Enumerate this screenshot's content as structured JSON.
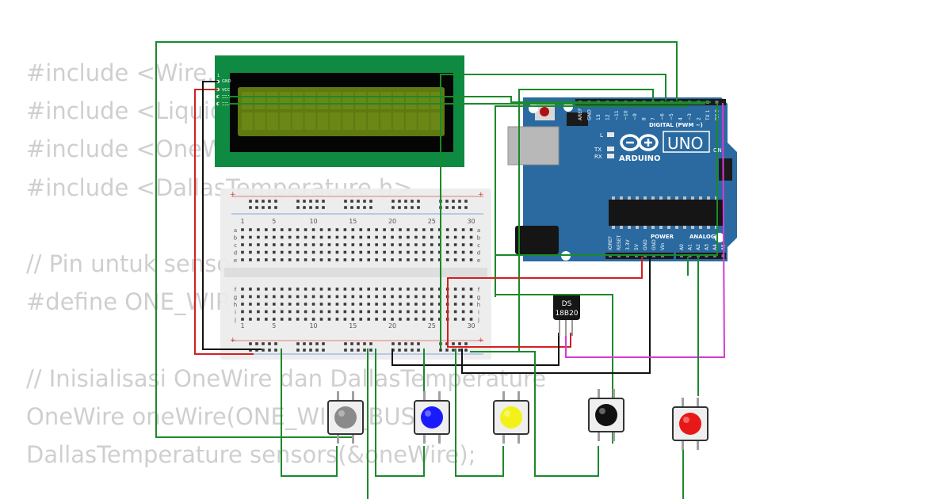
{
  "code_lines": [
    "#include <Wire.h>",
    "#include <LiquidCrystal_I2C.h>",
    "#include <OneWire.h>",
    "#include <DallasTemperature.h>",
    "",
    "// Pin untuk sensor",
    "#define ONE_WIRE_BUS 2",
    "",
    "// Inisialisasi OneWire dan DallasTemperature",
    "OneWire oneWire(ONE_WIRE_BUS);",
    "DallasTemperature sensors(&oneWire);"
  ],
  "lcd": {
    "pin_1": "1",
    "pin_gnd": "GND",
    "pin_vcc": "VCC",
    "pin_sda": "SDA",
    "pin_scl": "SCL"
  },
  "breadboard": {
    "columns": [
      "1",
      "5",
      "10",
      "15",
      "20",
      "25",
      "30"
    ],
    "rows_top": [
      "a",
      "b",
      "c",
      "d",
      "e"
    ],
    "rows_bottom": [
      "f",
      "g",
      "h",
      "i",
      "j"
    ]
  },
  "arduino": {
    "brand": "ARDUINO",
    "model": "UNO",
    "digital_label": "DIGITAL (PWM ~)",
    "power_label": "POWER",
    "analog_label": "ANALOG IN",
    "led_l": "L",
    "led_tx": "TX",
    "led_rx": "RX",
    "on_label": "ON",
    "digital_pins": [
      "AREF",
      "GND",
      "13",
      "12",
      "~11",
      "~10",
      "~9",
      "8",
      "7",
      "~6",
      "~5",
      "4",
      "~3",
      "2",
      "TX 1",
      "RX 0"
    ],
    "power_pins": [
      "IOREF",
      "RESET",
      "3.3V",
      "5V",
      "GND",
      "GND",
      "Vin"
    ],
    "analog_pins": [
      "A0",
      "A1",
      "A2",
      "A3",
      "A4",
      "A5"
    ]
  },
  "sensor": {
    "line1": "DS",
    "line2": "18B20"
  },
  "buttons": [
    {
      "color": "gray",
      "cap": "#8a8a8a"
    },
    {
      "color": "blue",
      "cap": "#1a1aff"
    },
    {
      "color": "yellow",
      "cap": "#f2f21a"
    },
    {
      "color": "black",
      "cap": "#111111"
    },
    {
      "color": "red",
      "cap": "#e81818"
    }
  ],
  "colors": {
    "wire_green": "#1a8a2a",
    "wire_red": "#d42020",
    "wire_black": "#111111",
    "wire_magenta": "#d63ad6",
    "board_blue": "#2a6aa0",
    "lcd_pcb": "#0e8a42",
    "lcd_screen": "#5f7a10"
  }
}
